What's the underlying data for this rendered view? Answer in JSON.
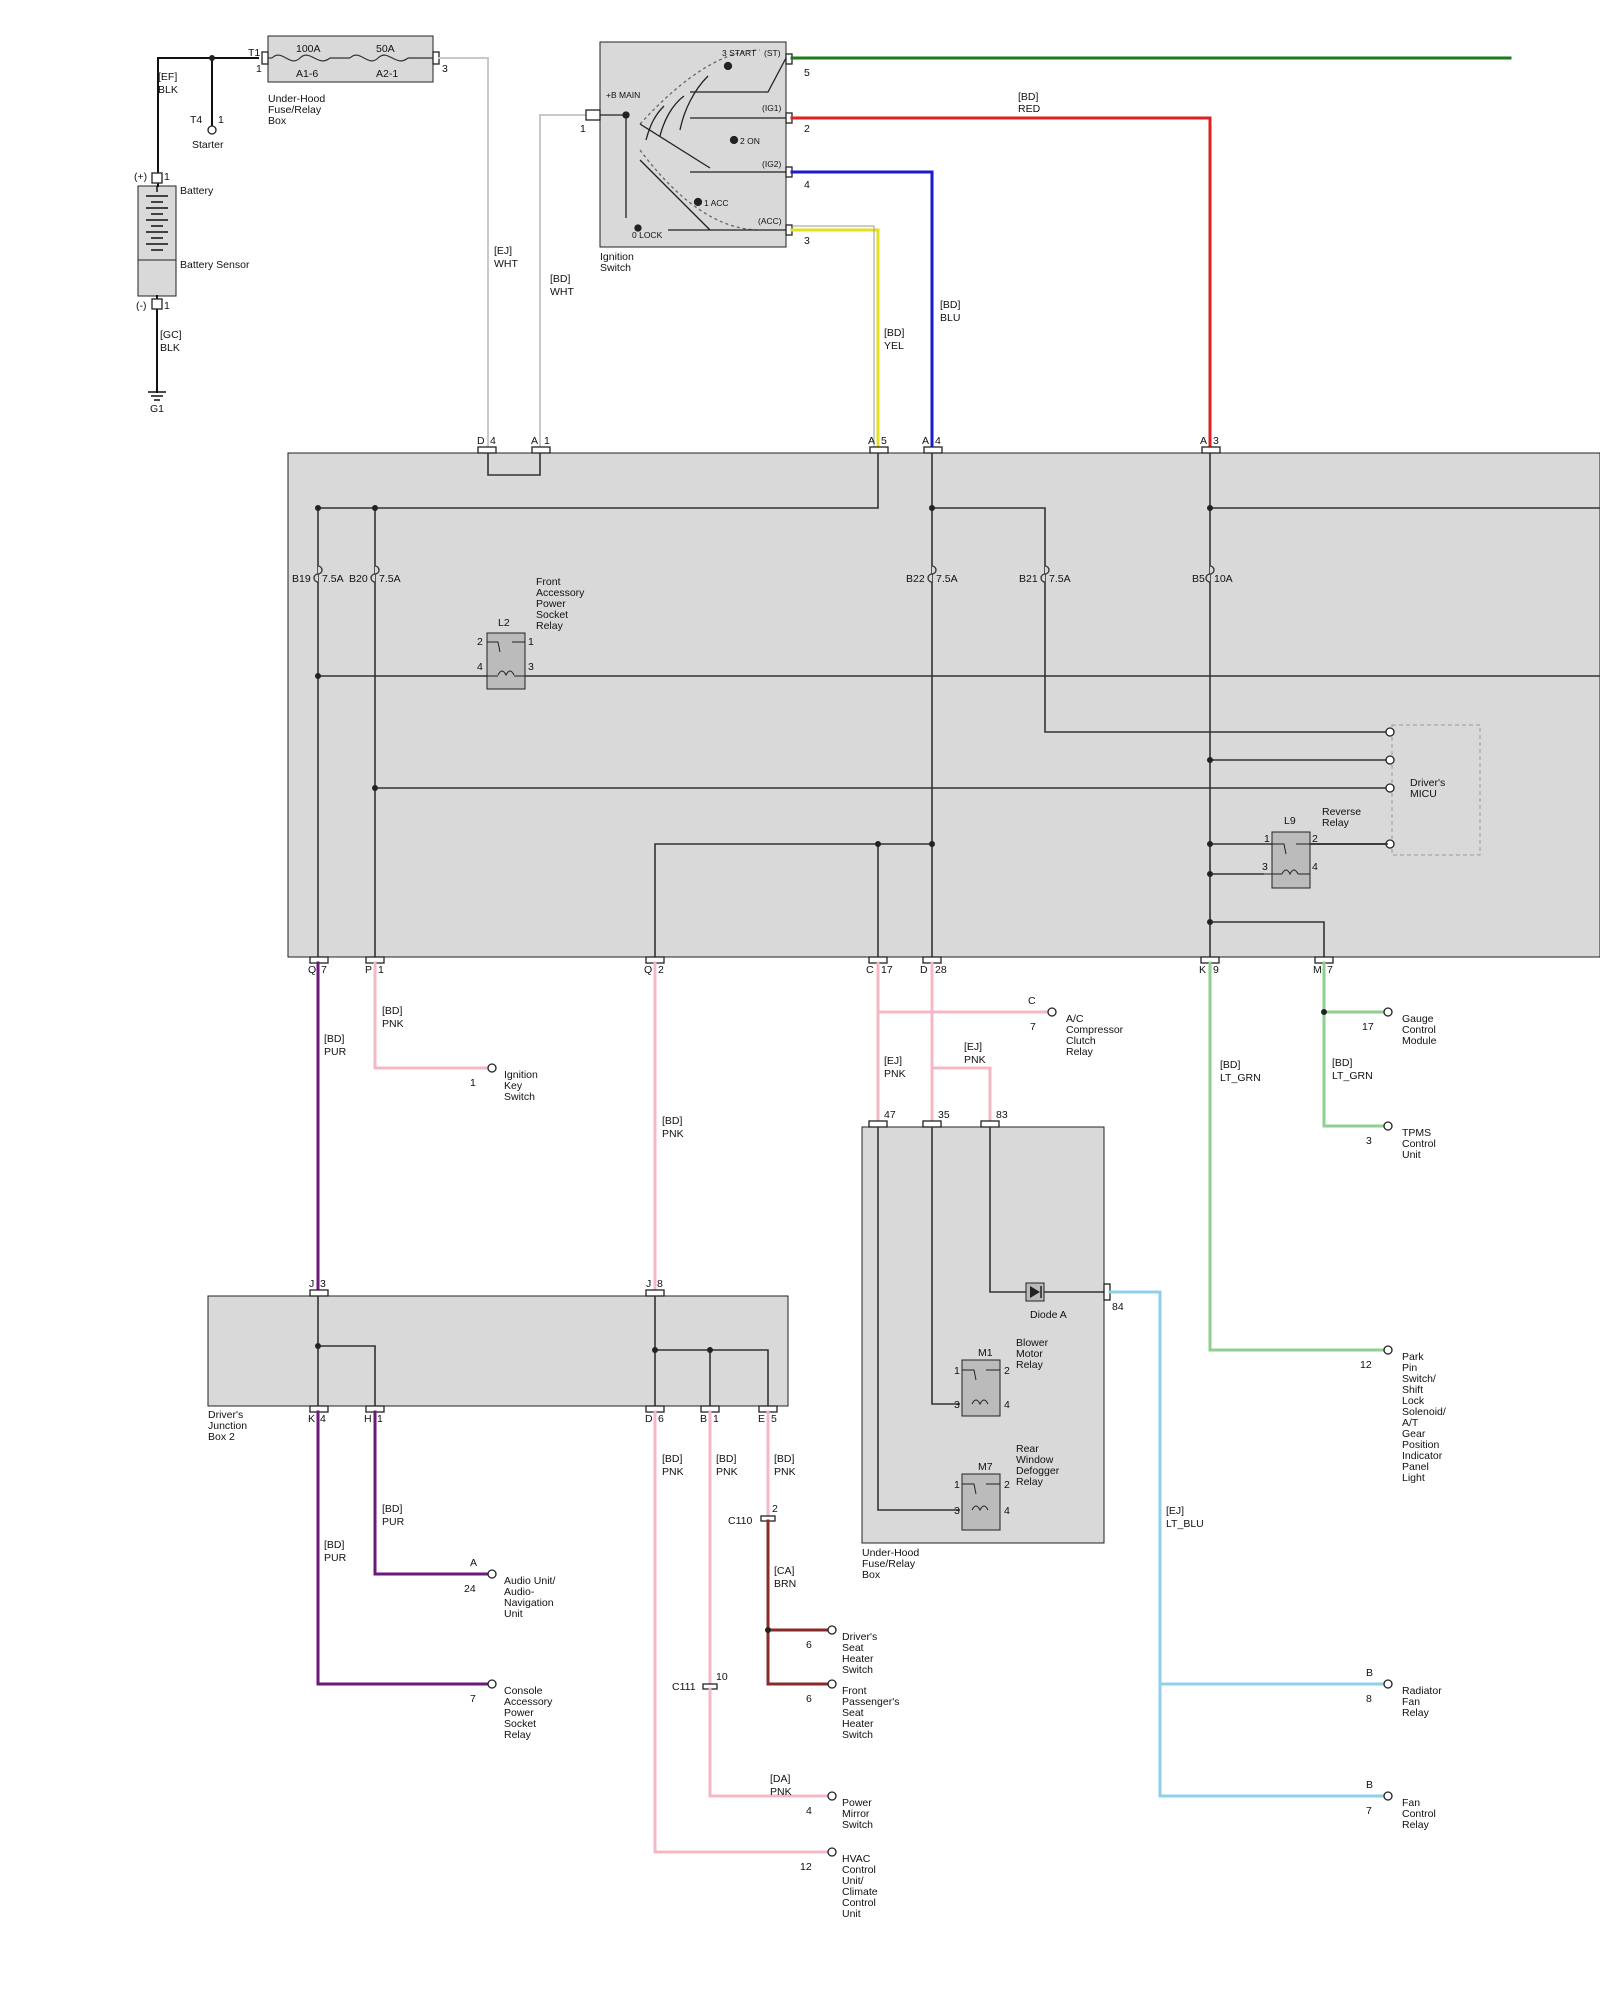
{
  "wire_colors": {
    "BLK": "#111111",
    "WHT": "#d0d0d0",
    "RED": "#e02020",
    "GRN": "#1f7a1f",
    "BLU": "#1a1ad0",
    "YEL": "#e3e020",
    "PUR": "#6a1a7a",
    "PNK": "#f4b8c4",
    "LT_GRN": "#8fd08f",
    "LT_BLU": "#8fd0e8",
    "BRN": "#8a2a2a"
  },
  "battery": {
    "label": "Battery",
    "sensor_label": "Battery Sensor",
    "plus": "(+)",
    "minus": "(-)",
    "pin_plus": "1",
    "pin_minus": "1",
    "wire_top": [
      "[EF]",
      "BLK"
    ],
    "wire_bottom": [
      "[GC]",
      "BLK"
    ],
    "ground": "G1"
  },
  "starter": {
    "conn": "T4",
    "pin": "1",
    "label": "Starter"
  },
  "underhood_fuse_top": {
    "conn": "T1",
    "pin_in": "1",
    "pin_out": "3",
    "fuse1_amp": "100A",
    "fuse1_id": "A1-6",
    "fuse2_amp": "50A",
    "fuse2_id": "A2-1",
    "label": [
      "Under-Hood",
      "Fuse/Relay",
      "Box"
    ],
    "wire_out": [
      "[EJ]",
      "WHT"
    ]
  },
  "ignition_switch": {
    "label": [
      "Ignition",
      "Switch"
    ],
    "bmain": "+B MAIN",
    "pin_in": "1",
    "positions": [
      "3 START",
      "2 ON",
      "1 ACC",
      "0 LOCK"
    ],
    "terminals": [
      "(ST)",
      "(IG1)",
      "(IG2)",
      "(ACC)"
    ],
    "pins": [
      "5",
      "2",
      "4",
      "3"
    ],
    "wire_in": [
      "[BD]",
      "WHT"
    ],
    "wire_red": [
      "[BD]",
      "RED"
    ],
    "wire_blu": [
      "[BD]",
      "BLU"
    ],
    "wire_yel": [
      "[BD]",
      "YEL"
    ]
  },
  "main_box": {
    "top_pins": [
      [
        "D",
        "4"
      ],
      [
        "A",
        "1"
      ],
      [
        "A",
        "5"
      ],
      [
        "A",
        "4"
      ],
      [
        "A",
        "3"
      ]
    ],
    "fuses": [
      [
        "B19",
        "7.5A"
      ],
      [
        "B20",
        "7.5A"
      ],
      [
        "B22",
        "7.5A"
      ],
      [
        "B21",
        "7.5A"
      ],
      [
        "B5",
        "10A"
      ]
    ],
    "relay_l2": {
      "id": "L2",
      "label": [
        "Front",
        "Accessory",
        "Power",
        "Socket",
        "Relay"
      ],
      "pins": [
        "2",
        "1",
        "4",
        "3"
      ]
    },
    "relay_l9": {
      "id": "L9",
      "label": [
        "Reverse",
        "Relay"
      ],
      "pins": [
        "1",
        "2",
        "3",
        "4"
      ]
    },
    "micu_label": [
      "Driver's",
      "MICU"
    ],
    "bottom_pins": [
      [
        "Q",
        "7"
      ],
      [
        "P",
        "1"
      ],
      [
        "Q",
        "2"
      ],
      [
        "C",
        "17"
      ],
      [
        "D",
        "28"
      ],
      [
        "K",
        "9"
      ],
      [
        "M",
        "7"
      ]
    ]
  },
  "wires_mid": {
    "pur": [
      "[BD]",
      "PUR"
    ],
    "pnk_p": [
      "[BD]",
      "PNK"
    ],
    "pnk_q": [
      "[BD]",
      "PNK"
    ],
    "pnk_c": [
      "[EJ]",
      "PNK"
    ],
    "pnk_d": [
      "[EJ]",
      "PNK"
    ],
    "ltgrn_k": [
      "[BD]",
      "LT_GRN"
    ],
    "ltgrn_m": [
      "[BD]",
      "LT_GRN"
    ]
  },
  "ignition_key_switch": {
    "pin": "1",
    "label": [
      "Ignition",
      "Key",
      "Switch"
    ]
  },
  "ac_relay": {
    "conn": "C",
    "pin": "7",
    "label": [
      "A/C",
      "Compressor",
      "Clutch",
      "Relay"
    ]
  },
  "gauge_module": {
    "pin": "17",
    "label": [
      "Gauge",
      "Control",
      "Module"
    ]
  },
  "tpms": {
    "pin": "3",
    "label": [
      "TPMS",
      "Control",
      "Unit"
    ]
  },
  "park_pin": {
    "pin": "12",
    "label": [
      "Park",
      "Pin",
      "Switch/",
      "Shift",
      "Lock",
      "Solenoid/",
      "A/T",
      "Gear",
      "Position",
      "Indicator",
      "Panel",
      "Light"
    ]
  },
  "underhood_box2": {
    "pins_top": [
      "47",
      "35",
      "83"
    ],
    "pin_out": "84",
    "diode": "Diode A",
    "m1": {
      "id": "M1",
      "label": [
        "Blower",
        "Motor",
        "Relay"
      ],
      "pins": [
        "1",
        "2",
        "3",
        "4"
      ]
    },
    "m7": {
      "id": "M7",
      "label": [
        "Rear",
        "Window",
        "Defogger",
        "Relay"
      ],
      "pins": [
        "1",
        "2",
        "3",
        "4"
      ]
    },
    "label": [
      "Under-Hood",
      "Fuse/Relay",
      "Box"
    ],
    "wire_out": [
      "[EJ]",
      "LT_BLU"
    ]
  },
  "junction_box2": {
    "top_pins": [
      [
        "J",
        "3"
      ],
      [
        "J",
        "8"
      ]
    ],
    "bottom_pins": [
      [
        "K",
        "4"
      ],
      [
        "H",
        "1"
      ],
      [
        "D",
        "6"
      ],
      [
        "B",
        "1"
      ],
      [
        "E",
        "5"
      ]
    ],
    "label": [
      "Driver's",
      "Junction",
      "Box 2"
    ],
    "wires": {
      "k": [
        "[BD]",
        "PUR"
      ],
      "h": [
        "[BD]",
        "PUR"
      ],
      "d": [
        "[BD]",
        "PNK"
      ],
      "b": [
        "[BD]",
        "PNK"
      ],
      "e": [
        "[BD]",
        "PNK"
      ]
    }
  },
  "c110": {
    "conn": "C110",
    "pin": "2",
    "wire": [
      "[CA]",
      "BRN"
    ]
  },
  "c111": {
    "conn": "C111",
    "pin": "10",
    "wire": [
      "[DA]",
      "PNK"
    ]
  },
  "loads": {
    "audio": {
      "conn": "A",
      "pin": "24",
      "label": [
        "Audio Unit/",
        "Audio-",
        "Navigation",
        "Unit"
      ]
    },
    "console": {
      "pin": "7",
      "label": [
        "Console",
        "Accessory",
        "Power",
        "Socket",
        "Relay"
      ]
    },
    "drv_seat": {
      "pin": "6",
      "label": [
        "Driver's",
        "Seat",
        "Heater",
        "Switch"
      ]
    },
    "pass_seat": {
      "pin": "6",
      "label": [
        "Front",
        "Passenger's",
        "Seat",
        "Heater",
        "Switch"
      ]
    },
    "mirror": {
      "pin": "4",
      "label": [
        "Power",
        "Mirror",
        "Switch"
      ]
    },
    "hvac": {
      "pin": "12",
      "label": [
        "HVAC",
        "Control",
        "Unit/",
        "Climate",
        "Control",
        "Unit"
      ]
    },
    "radiator": {
      "conn": "B",
      "pin": "8",
      "label": [
        "Radiator",
        "Fan",
        "Relay"
      ]
    },
    "fan": {
      "conn": "B",
      "pin": "7",
      "label": [
        "Fan",
        "Control",
        "Relay"
      ]
    }
  }
}
